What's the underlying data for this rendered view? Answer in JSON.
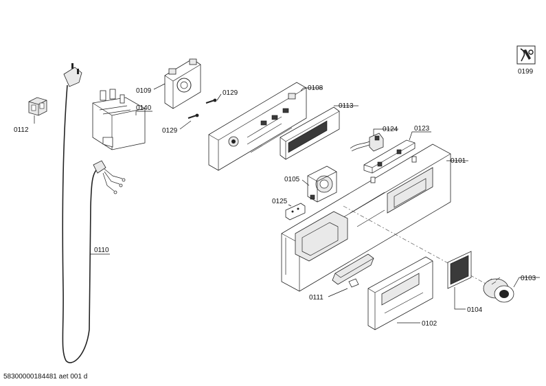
{
  "parts": [
    {
      "id": "p0112",
      "label": "0112"
    },
    {
      "id": "p0140",
      "label": "0140"
    },
    {
      "id": "p0109",
      "label": "0109"
    },
    {
      "id": "p0129a",
      "label": "0129"
    },
    {
      "id": "p0129b",
      "label": "0129"
    },
    {
      "id": "p0108",
      "label": "0108"
    },
    {
      "id": "p0113",
      "label": "0113"
    },
    {
      "id": "p0124",
      "label": "0124"
    },
    {
      "id": "p0123",
      "label": "0123"
    },
    {
      "id": "p0101",
      "label": "0101"
    },
    {
      "id": "p0105",
      "label": "0105"
    },
    {
      "id": "p0125",
      "label": "0125"
    },
    {
      "id": "p0110",
      "label": "0110"
    },
    {
      "id": "p0111",
      "label": "0111"
    },
    {
      "id": "p0102",
      "label": "0102"
    },
    {
      "id": "p0104",
      "label": "0104"
    },
    {
      "id": "p0103",
      "label": "0103"
    },
    {
      "id": "p0199",
      "label": "0199"
    }
  ],
  "footer": {
    "code": "58300000184481 aet 001 d"
  },
  "icons": {
    "service": "wrench-service-icon"
  }
}
